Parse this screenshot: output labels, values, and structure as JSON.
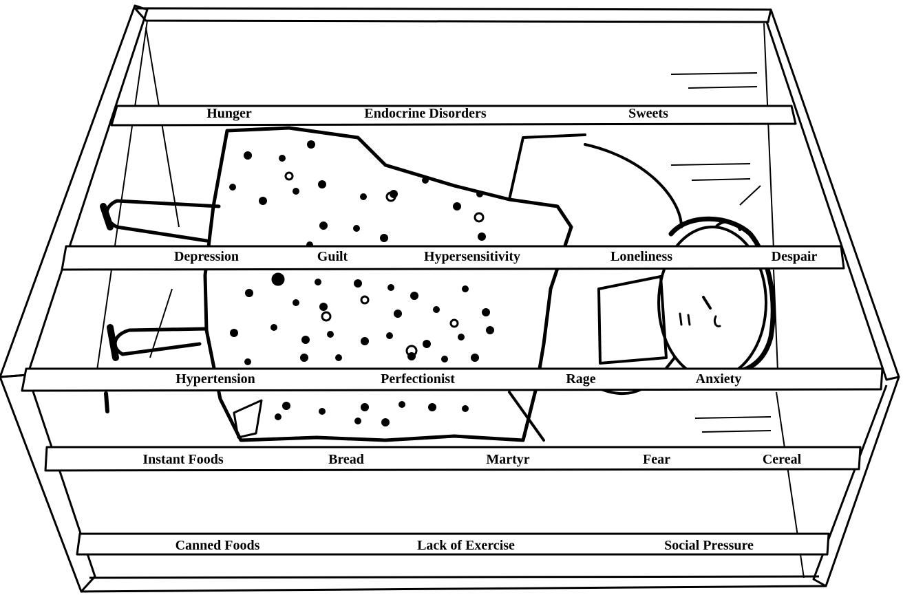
{
  "illustration": {
    "subject": "crate-with-child-figure",
    "colors": {
      "ink": "#000000",
      "paper": "#ffffff"
    }
  },
  "slats": [
    {
      "name": "slat-1",
      "labels": [
        "Hunger",
        "Endocrine Disorders",
        "Sweets"
      ]
    },
    {
      "name": "slat-2",
      "labels": [
        "Depression",
        "Guilt",
        "Hypersensitivity",
        "Loneliness",
        "Despair"
      ]
    },
    {
      "name": "slat-3",
      "labels": [
        "Hypertension",
        "Perfectionist",
        "Rage",
        "Anxiety"
      ]
    },
    {
      "name": "slat-4",
      "labels": [
        "Instant Foods",
        "Bread",
        "Martyr",
        "Fear",
        "Cereal"
      ]
    },
    {
      "name": "slat-5",
      "labels": [
        "Canned Foods",
        "Lack of Exercise",
        "Social Pressure"
      ]
    }
  ]
}
